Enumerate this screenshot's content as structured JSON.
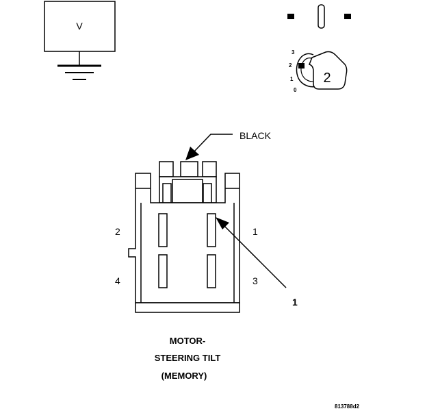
{
  "voltmeter": {
    "symbol": "V"
  },
  "key_switch": {
    "positions": [
      "3",
      "2",
      "1",
      "0"
    ],
    "key_number": "2"
  },
  "connector": {
    "color_label": "BLACK",
    "pins": {
      "p1": "1",
      "p2": "2",
      "p3": "3",
      "p4": "4"
    },
    "callout": "1"
  },
  "caption": {
    "line1": "MOTOR-",
    "line2": "STEERING TILT",
    "line3": "(MEMORY)"
  },
  "figure_id": "813788d2"
}
